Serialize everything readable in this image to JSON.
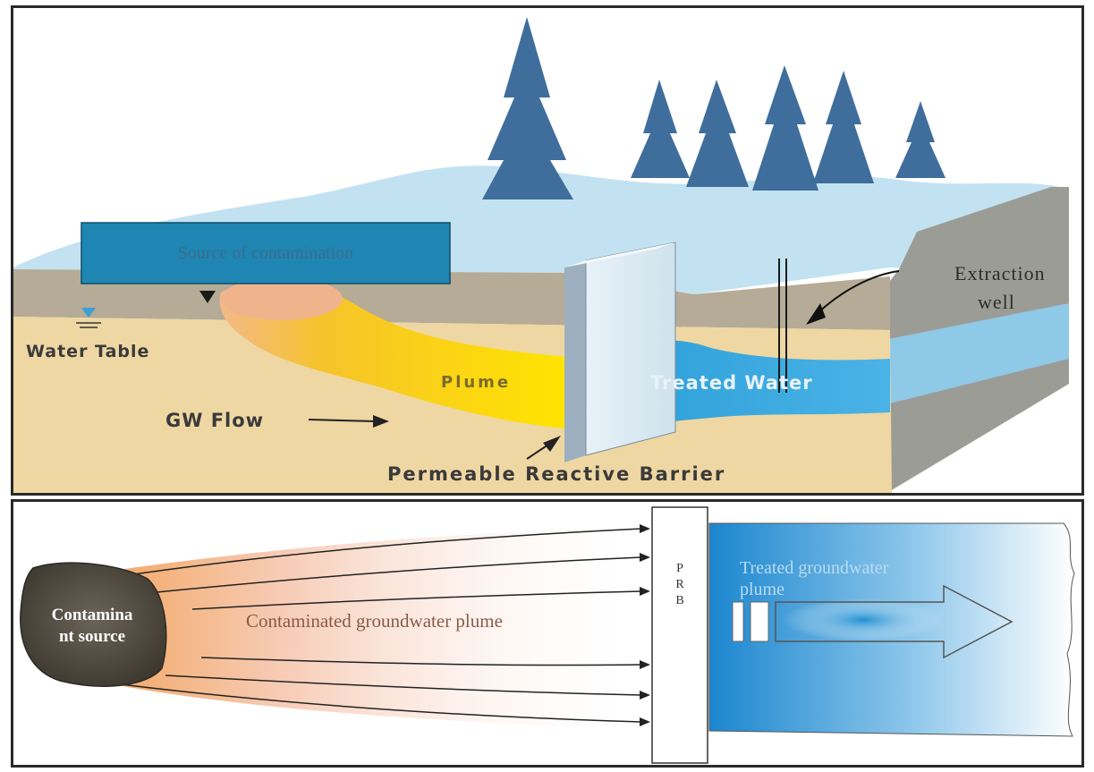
{
  "top_diagram": {
    "source_label": "Source of contamination",
    "water_table_label": "Water Table",
    "plume_label": "Plume",
    "treated_water_label": "Treated Water",
    "extraction_well_label_line1": "Extraction",
    "extraction_well_label_line2": "well",
    "gw_flow_label": "GW Flow",
    "barrier_label": "Permeable Reactive Barrier"
  },
  "bottom_diagram": {
    "source_label_line1": "Contamina",
    "source_label_line2": "nt source",
    "contaminated_plume_label": "Contaminated groundwater plume",
    "prb_letters": [
      "P",
      "R",
      "B"
    ],
    "treated_plume_label_line1": "Treated groundwater",
    "treated_plume_label_line2": "plume"
  },
  "colors": {
    "sky_blue_surface": "#bfe0f0",
    "soil": "#eed9a4",
    "plume_yellow": "#f5c400",
    "treated_blue": "#2a9fd6",
    "label_box": "#1f86b3",
    "trees": "#3d6f9e"
  }
}
